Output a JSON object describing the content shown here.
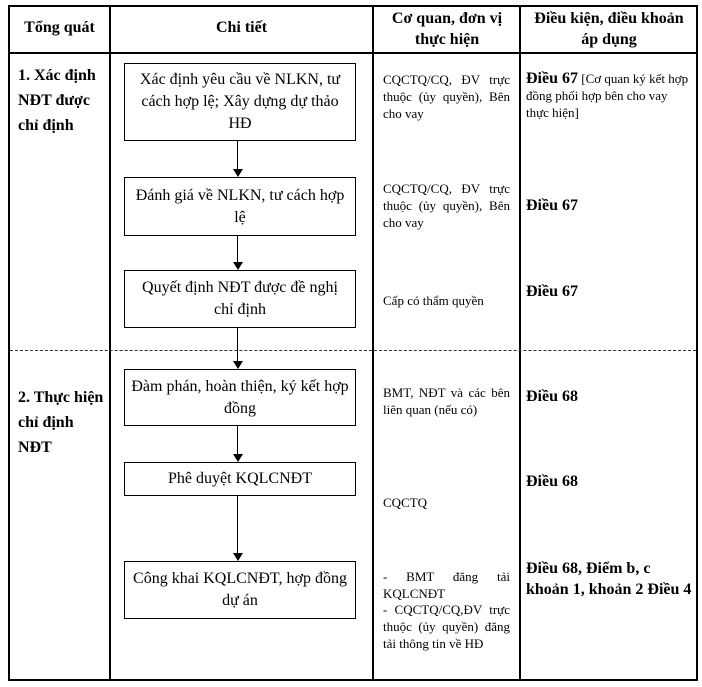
{
  "table": {
    "headers": [
      "Tổng quát",
      "Chi tiết",
      "Cơ quan, đơn vị thực hiện",
      "Điều kiện, điều khoản áp dụng"
    ],
    "stages": [
      {
        "label": "1. Xác định NĐT được chỉ định",
        "steps": [
          {
            "detail": "Xác định yêu cầu về NLKN, tư cách hợp lệ; Xây dựng dự thảo HĐ",
            "agency": "CQCTQ/CQ, ĐV trực thuộc (ủy quyền), Bên cho vay",
            "ref_bold": "Điều 67",
            "ref_note": "[Cơ quan ký kết hợp đồng phối hợp bên cho vay thực hiện]"
          },
          {
            "detail": "Đánh giá về NLKN, tư cách hợp lệ",
            "agency": "CQCTQ/CQ, ĐV trực thuộc (ủy quyền), Bên cho vay",
            "ref_bold": "Điều 67",
            "ref_note": ""
          },
          {
            "detail": "Quyết định NĐT được đề nghị chỉ định",
            "agency": "Cấp có thẩm quyền",
            "ref_bold": "Điều 67",
            "ref_note": ""
          }
        ]
      },
      {
        "label": "2. Thực hiện chỉ định NĐT",
        "steps": [
          {
            "detail": "Đàm phán, hoàn thiện, ký kết hợp đồng",
            "agency": "BMT, NĐT và các bên liên quan (nếu có)",
            "ref_bold": "Điều 68",
            "ref_note": ""
          },
          {
            "detail": "Phê duyệt KQLCNĐT",
            "agency": "CQCTQ",
            "ref_bold": "Điều 68",
            "ref_note": ""
          },
          {
            "detail": "Công khai KQLCNĐT, hợp đồng dự án",
            "agency_lines": [
              "- BMT đăng tải KQLCNĐT",
              "- CQCTQ/CQ,ĐV trực thuộc (ủy quyền) đăng tải thông tin về HĐ"
            ],
            "ref_bold": "Điều 68, Điểm b, c khoản 1, khoản 2 Điều 4",
            "ref_note": ""
          }
        ]
      }
    ]
  }
}
